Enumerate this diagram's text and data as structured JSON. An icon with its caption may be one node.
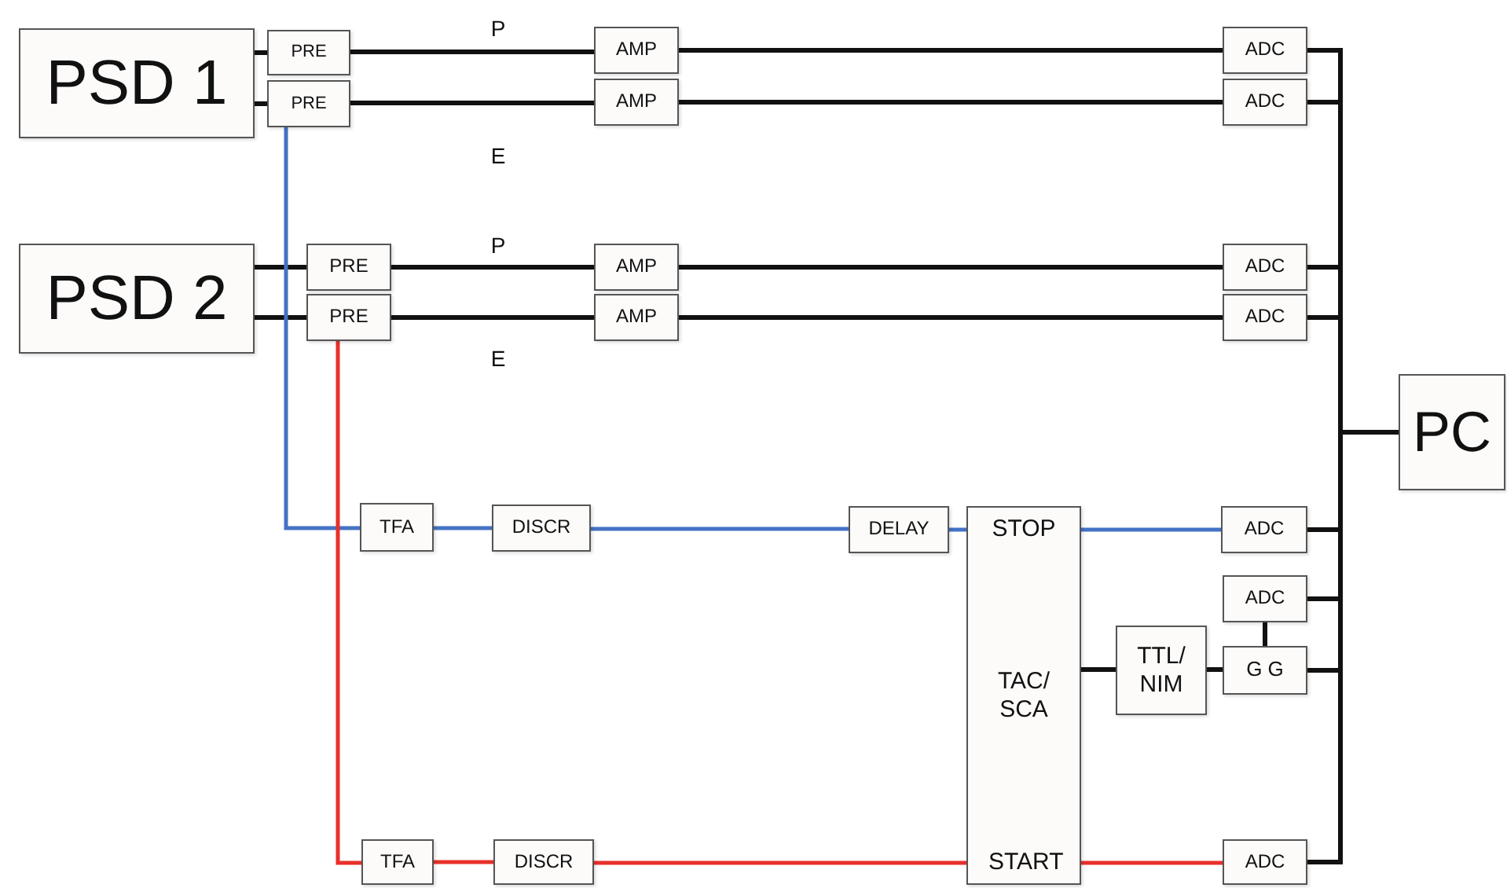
{
  "diagram": {
    "nodes": [
      {
        "text": [
          "PSD 1"
        ]
      },
      {
        "text": [
          "PRE"
        ]
      },
      {
        "text": [
          "PRE"
        ]
      },
      {
        "text": [
          "AMP"
        ]
      },
      {
        "text": [
          "AMP"
        ]
      },
      {
        "text": [
          "ADC"
        ]
      },
      {
        "text": [
          "ADC"
        ]
      },
      {
        "text": [
          "PSD 2"
        ]
      },
      {
        "text": [
          "PRE"
        ]
      },
      {
        "text": [
          "PRE"
        ]
      },
      {
        "text": [
          "AMP"
        ]
      },
      {
        "text": [
          "AMP"
        ]
      },
      {
        "text": [
          "ADC"
        ]
      },
      {
        "text": [
          "ADC"
        ]
      },
      {
        "text": [
          "PC"
        ]
      },
      {
        "text": [
          "TFA"
        ]
      },
      {
        "text": [
          "DISCR"
        ]
      },
      {
        "text": [
          "DELAY"
        ]
      },
      {
        "text": [
          "STOP",
          "TAC/ SCA",
          "START"
        ]
      },
      {
        "text": [
          "ADC"
        ]
      },
      {
        "text": [
          "ADC"
        ]
      },
      {
        "text": [
          "TTL/ NIM"
        ]
      },
      {
        "text": [
          "G G"
        ]
      },
      {
        "text": [
          "TFA"
        ]
      },
      {
        "text": [
          "DISCR"
        ]
      },
      {
        "text": [
          "ADC"
        ]
      }
    ],
    "edges": [
      {
        "from": 0,
        "to": 1,
        "arrow": "none"
      },
      {
        "from": 0,
        "to": 2,
        "arrow": "none"
      },
      {
        "from": 1,
        "to": 3,
        "arrow": "none"
      },
      {
        "from": 3,
        "to": 5,
        "arrow": "none"
      },
      {
        "from": 2,
        "to": 4,
        "arrow": "none"
      },
      {
        "from": 4,
        "to": 6,
        "arrow": "none"
      },
      {
        "from": 7,
        "to": 8,
        "arrow": "none"
      },
      {
        "from": 7,
        "to": 9,
        "arrow": "none"
      },
      {
        "from": 8,
        "to": 10,
        "arrow": "none"
      },
      {
        "from": 10,
        "to": 12,
        "arrow": "none"
      },
      {
        "from": 9,
        "to": 11,
        "arrow": "none"
      },
      {
        "from": 11,
        "to": 13,
        "arrow": "none"
      },
      {
        "from": 2,
        "to": 15,
        "arrow": "none",
        "color": "#4472c4"
      },
      {
        "from": 15,
        "to": 16,
        "arrow": "none",
        "color": "#4472c4"
      },
      {
        "from": 16,
        "to": 17,
        "arrow": "none",
        "color": "#4472c4"
      },
      {
        "from": 17,
        "to": 18,
        "arrow": "none",
        "color": "#4472c4"
      },
      {
        "from": 18,
        "to": 19,
        "arrow": "none",
        "color": "#4472c4"
      },
      {
        "from": 9,
        "to": 23,
        "arrow": "none",
        "color": "#e8302a"
      },
      {
        "from": 23,
        "to": 24,
        "arrow": "none",
        "color": "#e8302a"
      },
      {
        "from": 24,
        "to": 18,
        "arrow": "none",
        "color": "#e8302a"
      },
      {
        "from": 18,
        "to": 25,
        "arrow": "none",
        "color": "#e8302a"
      },
      {
        "from": 18,
        "to": 21,
        "arrow": "none"
      },
      {
        "from": 21,
        "to": 22,
        "arrow": "none"
      },
      {
        "from": 20,
        "to": 22,
        "arrow": "none"
      },
      {
        "from": 5,
        "to": 14,
        "arrow": "none"
      },
      {
        "from": 6,
        "to": 14,
        "arrow": "none"
      },
      {
        "from": 12,
        "to": 14,
        "arrow": "none"
      },
      {
        "from": 13,
        "to": 14,
        "arrow": "none"
      },
      {
        "from": 19,
        "to": 14,
        "arrow": "none"
      },
      {
        "from": 20,
        "to": 14,
        "arrow": "none"
      },
      {
        "from": 22,
        "to": 14,
        "arrow": "none"
      },
      {
        "from": 25,
        "to": 14,
        "arrow": "none"
      }
    ],
    "labels": [
      "P",
      "E",
      "P",
      "E"
    ]
  }
}
